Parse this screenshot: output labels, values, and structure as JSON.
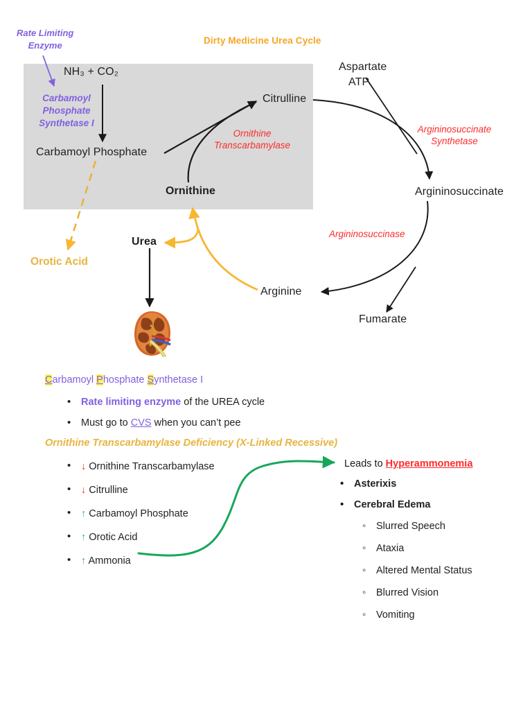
{
  "title": "Dirty Medicine Urea Cycle",
  "colors": {
    "title_orange": "#f5a623",
    "enzyme_red": "#fd2b2b",
    "enzyme_purple": "#8160e0",
    "orotic_yellow": "#e8b43f",
    "arrow_yellow": "#f7b731",
    "arrow_green": "#17a65a",
    "box_gray": "#d9d9d9",
    "highlight_yellow": "#fdf35c"
  },
  "diagram": {
    "rate_limiting_label": "Rate Limiting\nEnzyme",
    "rate_limiting_line1": "Rate Limiting",
    "rate_limiting_line2": "Enzyme",
    "nodes": {
      "substrate": "NH₃ + CO₂",
      "carbamoyl_phosphate": "Carbamoyl Phosphate",
      "ornithine": "Ornithine",
      "citrulline": "Citrulline",
      "aspartate": "Aspartate",
      "atp": "ATP",
      "argininosuccinate": "Argininosuccinate",
      "fumarate": "Fumarate",
      "arginine": "Arginine",
      "urea": "Urea",
      "orotic_acid": "Orotic Acid"
    },
    "enzymes": {
      "cps1_line1": "Carbamoyl",
      "cps1_line2": "Phosphate",
      "cps1_line3": "Synthetase I",
      "otc_line1": "Ornithine",
      "otc_line2": "Transcarbamylase",
      "ass_line1": "Argininosuccinate",
      "ass_line2": "Synthetase",
      "asl": "Argininosuccinase"
    },
    "kidney_alt": "kidney-illustration"
  },
  "notes": {
    "cps1_heading": {
      "h1": "C",
      "t1": "arbamoyl ",
      "h2": "P",
      "t2": "hosphate ",
      "h3": "S",
      "t3": "ynthetase I"
    },
    "cps1_bullets": [
      {
        "accent": "Rate limiting enzyme",
        "rest": " of the UREA cycle"
      },
      {
        "pre": "Must go to ",
        "underline": "CVS",
        "post": " when you can’t pee"
      }
    ],
    "otc_heading": "Ornithine Transcarbamylase Deficiency (X-Linked Recessive)",
    "otc_findings": [
      {
        "arrow": "↓",
        "dir": "down",
        "label": "Ornithine Transcarbamylase"
      },
      {
        "arrow": "↓",
        "dir": "down",
        "label": "Citrulline"
      },
      {
        "arrow": "↑",
        "dir": "up",
        "label": "Carbamoyl Phosphate"
      },
      {
        "arrow": "↑",
        "dir": "up",
        "label": "Orotic Acid"
      },
      {
        "arrow": "↑",
        "dir": "up",
        "label": "Ammonia"
      }
    ],
    "consequence": {
      "lead_in": "Leads to ",
      "lead_term": "Hyperammonemia",
      "primary": [
        "Asterixis",
        "Cerebral Edema"
      ],
      "sub_symptoms": [
        "Slurred Speech",
        "Ataxia",
        "Altered Mental Status",
        "Blurred Vision",
        "Vomiting"
      ]
    }
  }
}
